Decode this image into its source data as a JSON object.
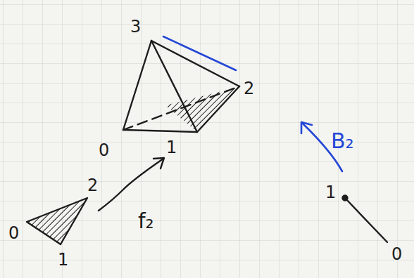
{
  "diagram": {
    "labels": [
      "3",
      "2",
      "0",
      "1",
      "2",
      "0",
      "1",
      "f₂",
      "B₂",
      "1",
      "0"
    ]
  }
}
